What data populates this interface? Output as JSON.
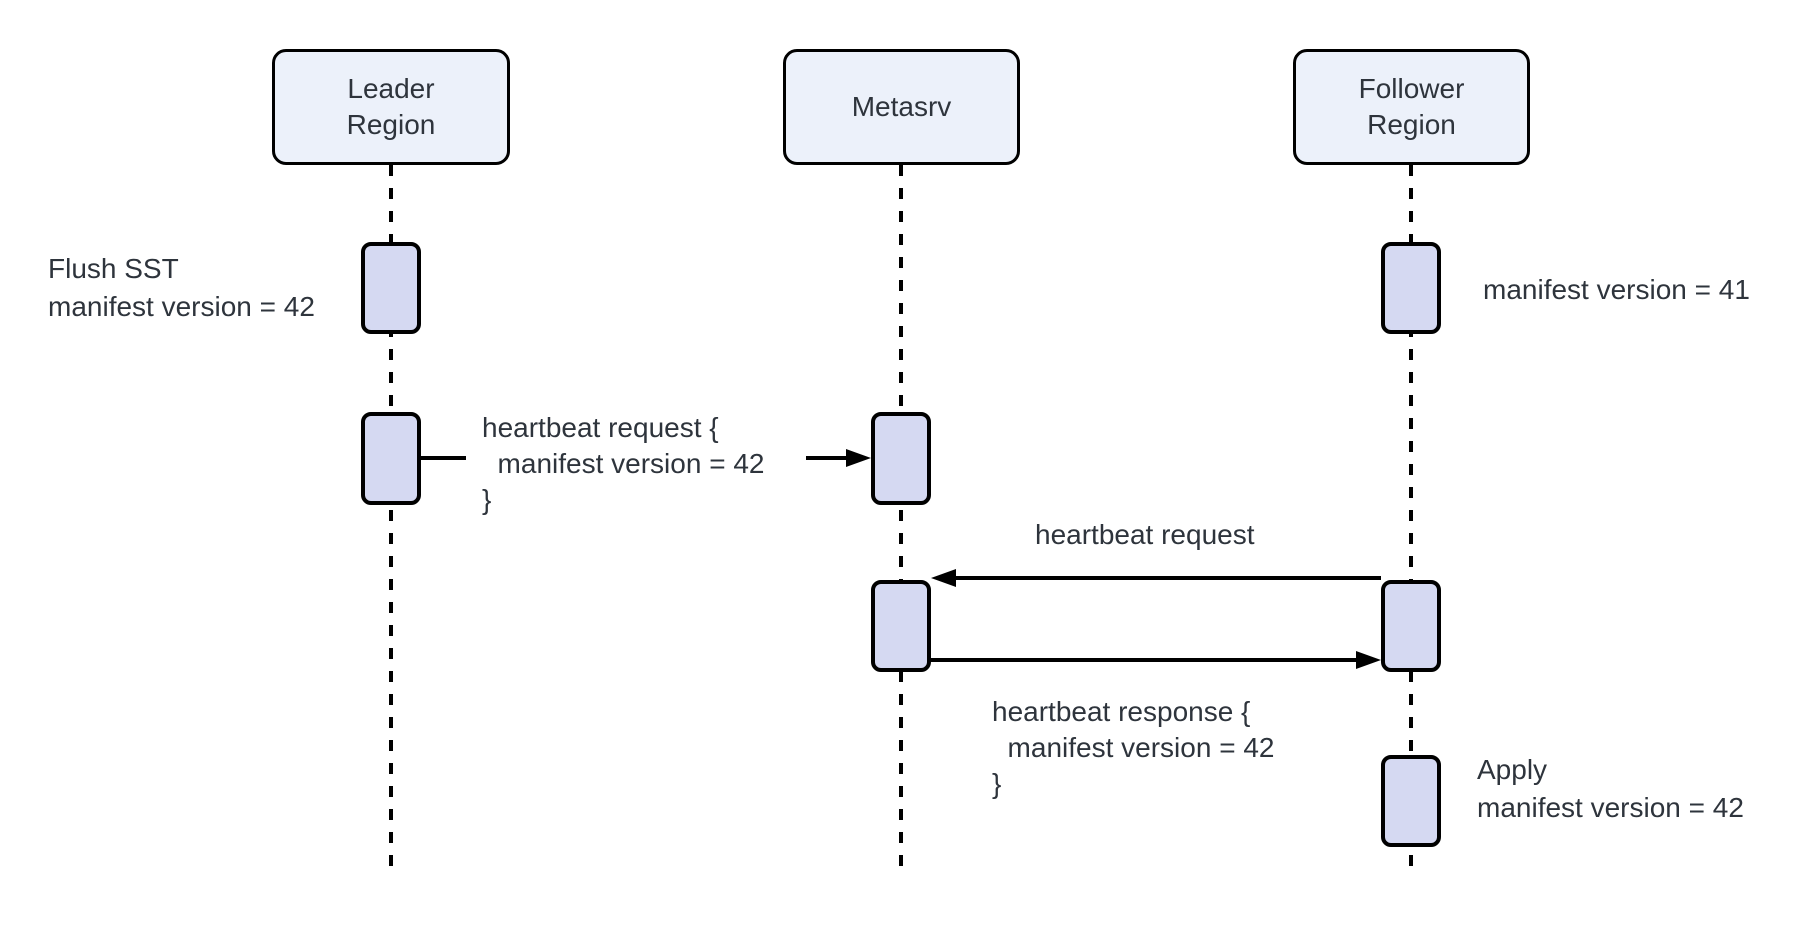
{
  "diagram_type": "sequence-diagram",
  "participants": [
    {
      "name": "Leader Region",
      "label": "Leader\nRegion"
    },
    {
      "name": "Metasrv",
      "label": "Metasrv"
    },
    {
      "name": "Follower Region",
      "label": "Follower\nRegion"
    }
  ],
  "annotations": [
    {
      "target": "Leader Region",
      "side": "left",
      "label": "Flush SST\nmanifest version = 42"
    },
    {
      "target": "Follower Region",
      "side": "right",
      "label": "manifest version = 41"
    },
    {
      "target": "Follower Region",
      "side": "right",
      "label": "Apply\nmanifest version = 42"
    }
  ],
  "messages": [
    {
      "from": "Leader Region",
      "to": "Metasrv",
      "direction": "right",
      "label": "heartbeat request {\n  manifest version = 42\n}"
    },
    {
      "from": "Follower Region",
      "to": "Metasrv",
      "direction": "left",
      "label": "heartbeat request"
    },
    {
      "from": "Metasrv",
      "to": "Follower Region",
      "direction": "right",
      "label": "heartbeat response {\n  manifest version = 42\n}"
    }
  ],
  "colors": {
    "background": "#FFFFFF",
    "participant_fill": "#ECF1FA",
    "activation_fill": "#D5D9F2",
    "line": "#000000",
    "text": "#2E343C"
  }
}
